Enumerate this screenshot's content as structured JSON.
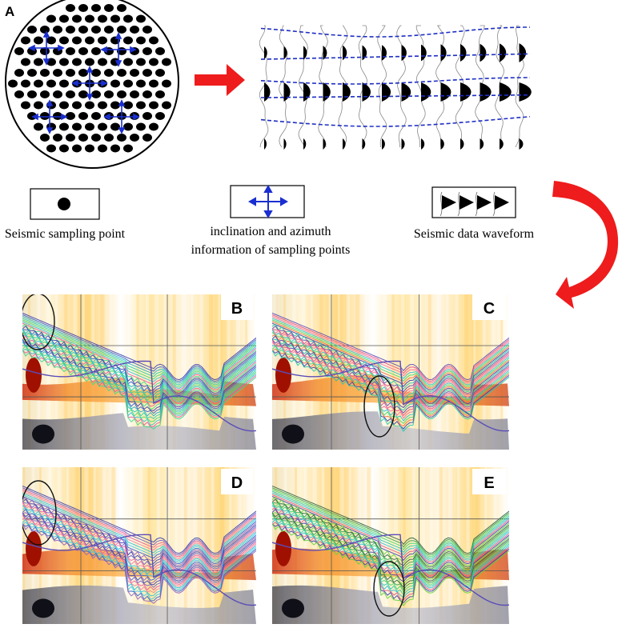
{
  "panels": {
    "a": "A",
    "b": "B",
    "c": "C",
    "d": "D",
    "e": "E"
  },
  "legend": {
    "sampling_point": "Seismic sampling point",
    "inclination_line1": "inclination and azimuth",
    "inclination_line2": "information of sampling points",
    "waveform": "Seismic data waveform"
  },
  "colors": {
    "arrow_red": "#ee1c1c",
    "vector_blue": "#1a2fd0",
    "horizon_blue": "#1e2ec4",
    "seismic_black": "#000000"
  }
}
